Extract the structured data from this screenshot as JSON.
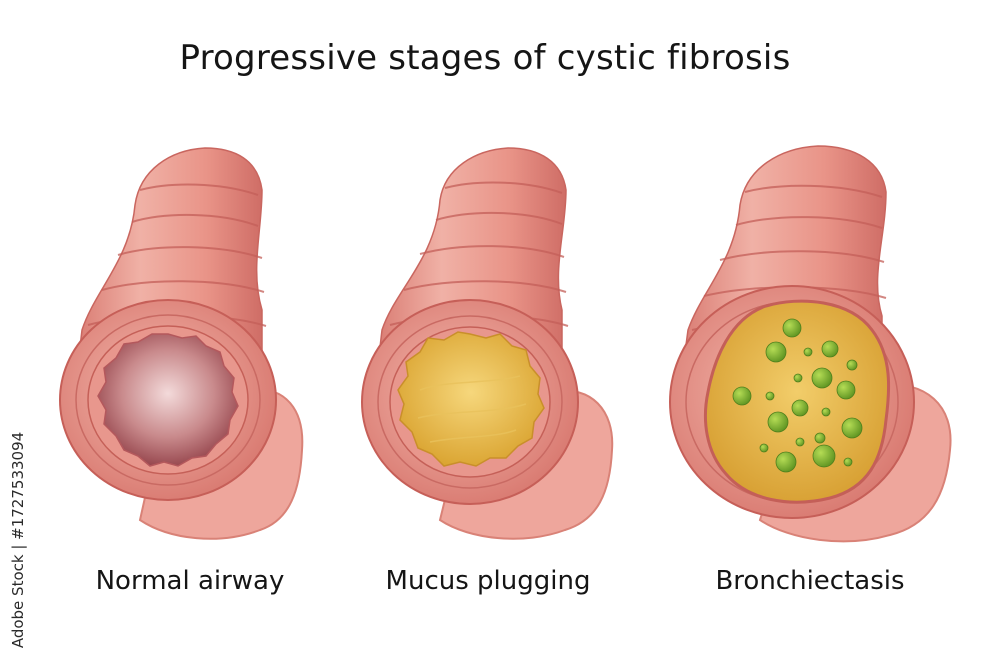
{
  "title": "Progressive stages of cystic fibrosis",
  "stages": [
    {
      "label": "Normal airway"
    },
    {
      "label": "Mucus plugging"
    },
    {
      "label": "Bronchiectasis"
    }
  ],
  "stock_id": "Adobe Stock | #1727533094",
  "colors": {
    "tissue": "#e89a90",
    "tissue_dark": "#d9776e",
    "lumen_normal": "#a8535a",
    "mucus_yellow": "#e8b63f",
    "mucus_green": "#7fae2e"
  },
  "icons": [
    "airway-tube-illustration"
  ]
}
